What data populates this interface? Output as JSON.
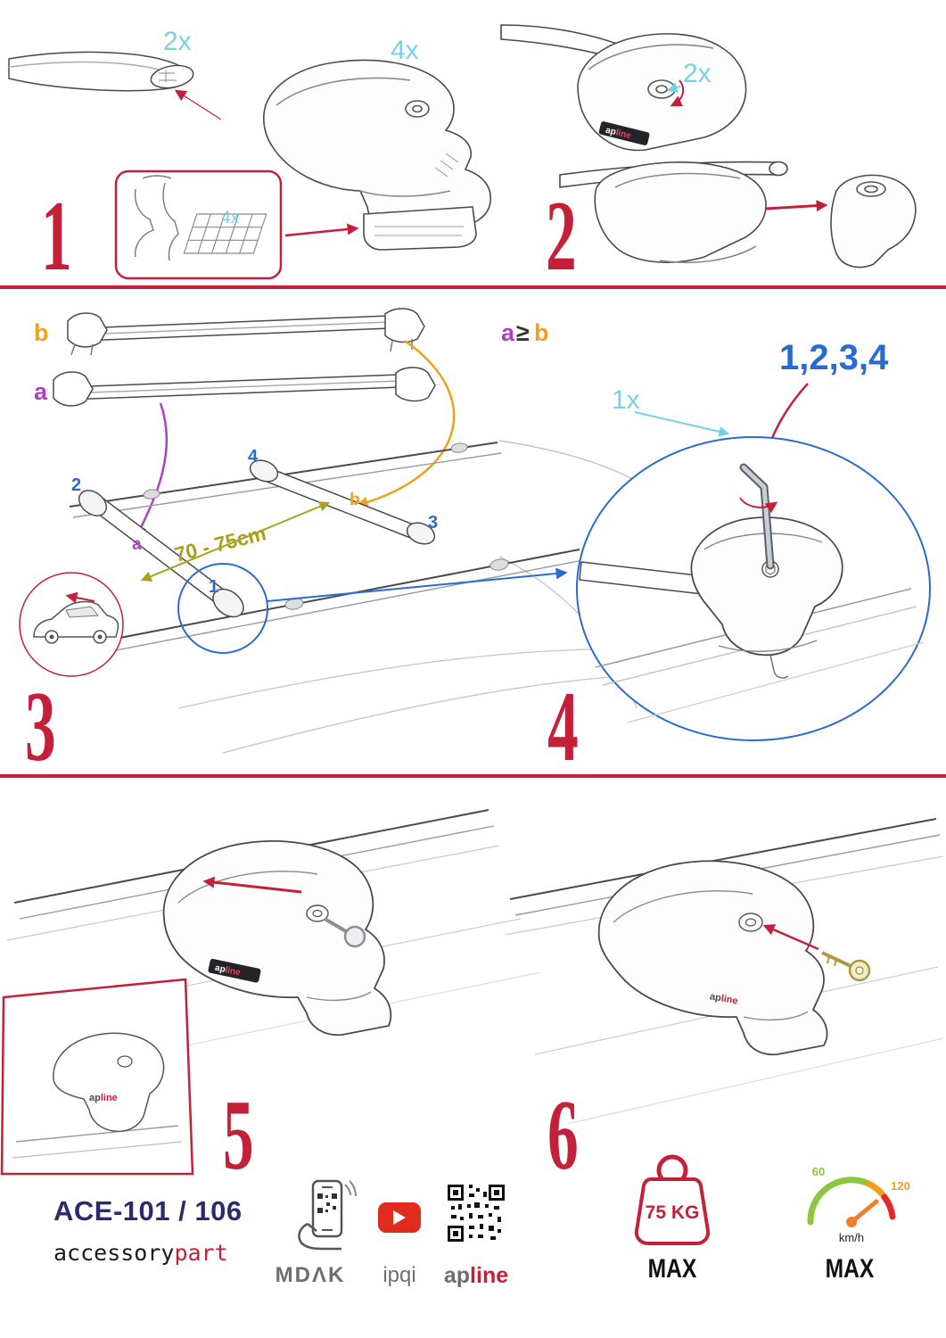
{
  "colors": {
    "red": "#c4203a",
    "cyan": "#74d2e6",
    "magenta": "#b13fc4",
    "orange": "#f0a01e",
    "olive": "#a9a11c",
    "blue": "#2a6bd2",
    "navy": "#2b2a6e",
    "gray": "#6d6e71",
    "green": "#8bc63e"
  },
  "brand": {
    "ap": "ap",
    "line": "line"
  },
  "steps": {
    "s1": {
      "num": "1",
      "bar_qty": "2x",
      "foot_qty": "4x",
      "pad_qty": "4x"
    },
    "s2": {
      "num": "2",
      "lock_qty": "2x"
    },
    "s3": {
      "num": "3",
      "label_a": "a",
      "label_b": "b",
      "pos1": "1",
      "pos2": "2",
      "pos3": "3",
      "pos4": "4",
      "pos_a": "a",
      "pos_b": "b",
      "span": "70 - 75cm"
    },
    "s4": {
      "num": "4",
      "tool_qty": "1x",
      "rule_a": "a",
      "rule_ge": "≥",
      "rule_b": "b",
      "sequence": "1,2,3,4",
      "first": "1"
    },
    "s5": {
      "num": "5"
    },
    "s6": {
      "num": "6"
    }
  },
  "footer": {
    "model": "ACE-101 / 106",
    "brand_accessory": "accessory",
    "brand_part": "part",
    "logo_mdak": "MDΛK",
    "logo_ipqi": "ipqi",
    "weight_label": "75 KG",
    "weight_max": "MAX",
    "speed_low": "60",
    "speed_high": "120",
    "speed_unit": "km/h",
    "speed_max": "MAX"
  }
}
